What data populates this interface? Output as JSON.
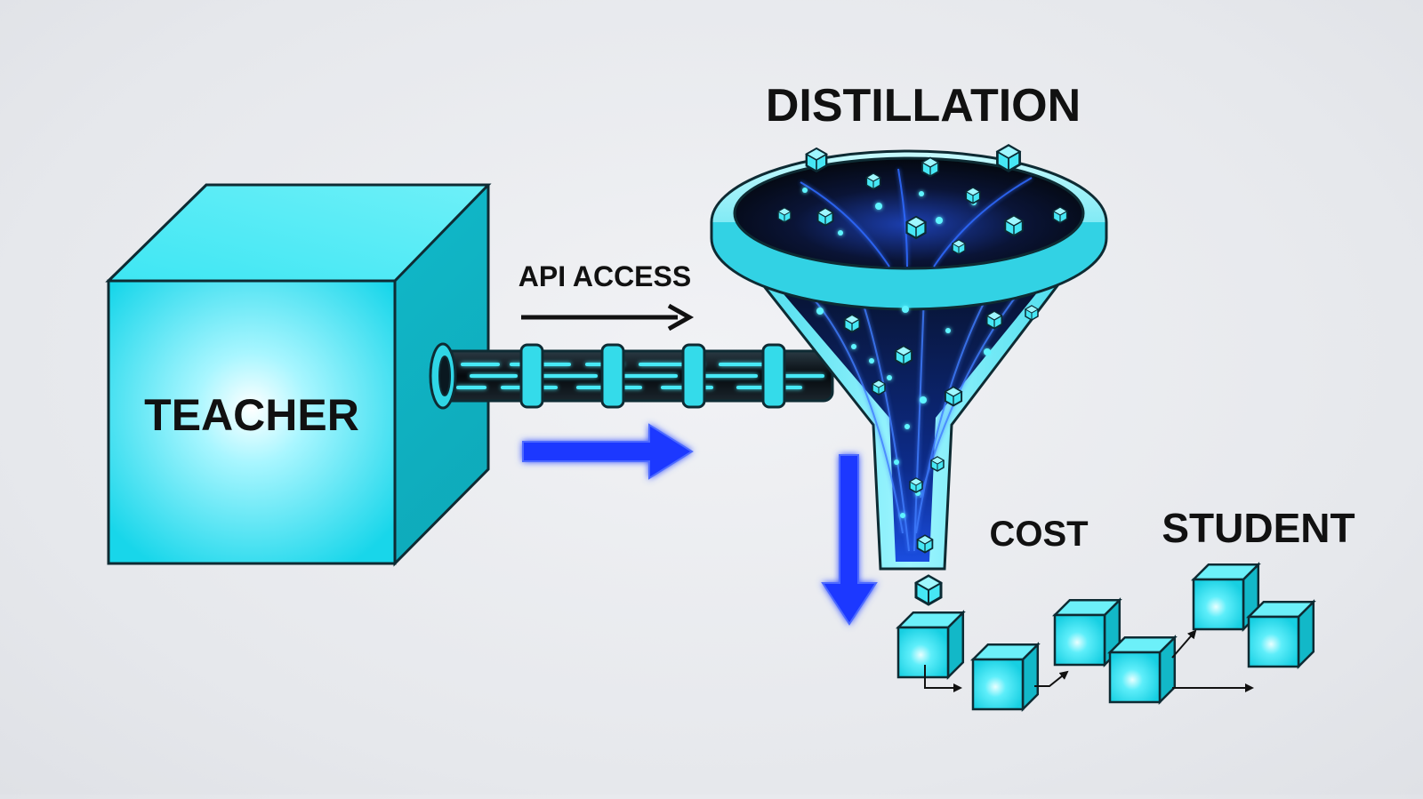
{
  "labels": {
    "teacher": "TEACHER",
    "api_access": "API ACCESS",
    "distillation": "DISTILLATION",
    "cost": "COST",
    "student": "STUDENT"
  },
  "colors": {
    "background": "#e8eaee",
    "cube_cyan": "#19dcec",
    "cube_dark_side": "#0fb6c4",
    "outline": "#12313a",
    "funnel_interior": "#07101a",
    "flow_blue": "#1636ff",
    "particle_glow": "#4ef2ff",
    "text": "#111111"
  },
  "icons": {
    "teacher_block": "teacher-cube-icon",
    "pipe": "api-pipe-icon",
    "funnel": "distillation-funnel-icon",
    "student_cubes": "student-cube-icon"
  }
}
